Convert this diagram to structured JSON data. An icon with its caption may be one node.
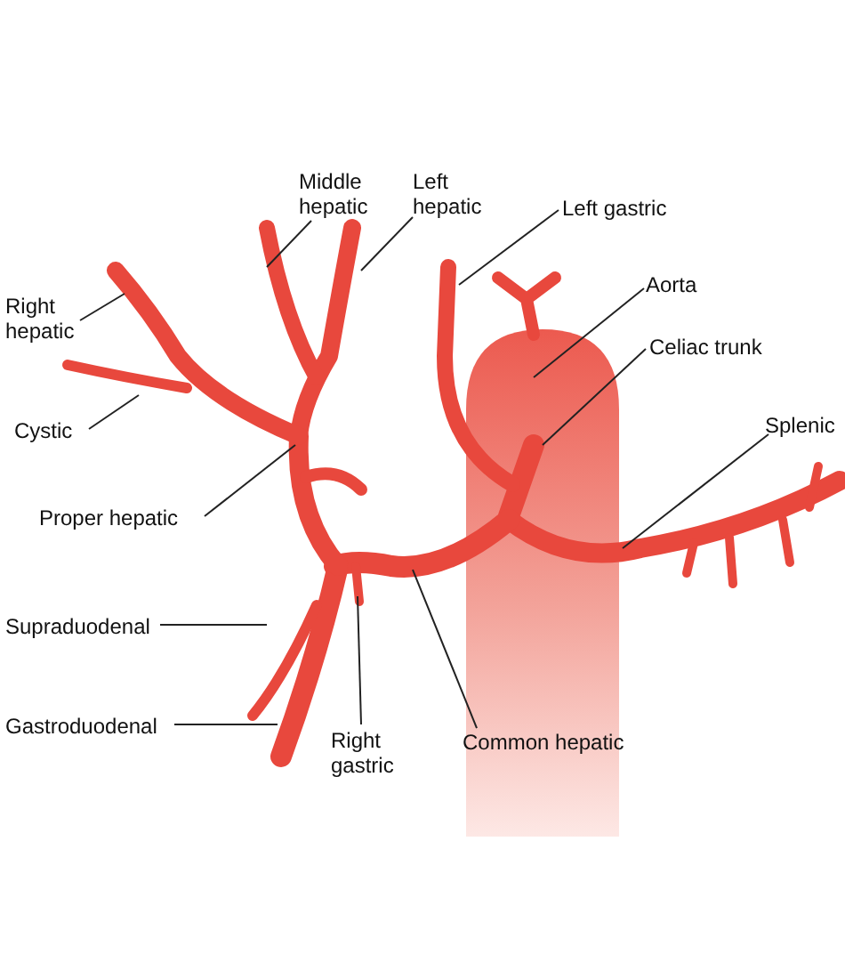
{
  "diagram": {
    "nodes": [
      {
        "text": [
          "Middle hepatic"
        ]
      },
      {
        "text": [
          "Left hepatic"
        ]
      },
      {
        "text": [
          "Left gastric"
        ]
      },
      {
        "text": [
          "Right hepatic"
        ]
      },
      {
        "text": [
          "Aorta"
        ]
      },
      {
        "text": [
          "Celiac trunk"
        ]
      },
      {
        "text": [
          "Cystic"
        ]
      },
      {
        "text": [
          "Splenic"
        ]
      },
      {
        "text": [
          "Proper hepatic"
        ]
      },
      {
        "text": [
          "Supraduodenal"
        ]
      },
      {
        "text": [
          "Gastroduodenal"
        ]
      },
      {
        "text": [
          "Right gastric"
        ]
      },
      {
        "text": [
          "Common hepatic"
        ]
      }
    ],
    "edges": [
      {
        "from": 0,
        "to": null,
        "arrow": "none"
      },
      {
        "from": 1,
        "to": null,
        "arrow": "none"
      },
      {
        "from": 2,
        "to": null,
        "arrow": "none"
      },
      {
        "from": 3,
        "to": null,
        "arrow": "none"
      },
      {
        "from": 4,
        "to": null,
        "arrow": "none"
      },
      {
        "from": 5,
        "to": null,
        "arrow": "none"
      },
      {
        "from": 6,
        "to": null,
        "arrow": "none"
      },
      {
        "from": 7,
        "to": null,
        "arrow": "none"
      },
      {
        "from": 8,
        "to": null,
        "arrow": "none"
      },
      {
        "from": 9,
        "to": null,
        "arrow": "none"
      },
      {
        "from": 10,
        "to": null,
        "arrow": "none"
      },
      {
        "from": 11,
        "to": null,
        "arrow": "none"
      },
      {
        "from": 12,
        "to": null,
        "arrow": "none"
      }
    ]
  }
}
